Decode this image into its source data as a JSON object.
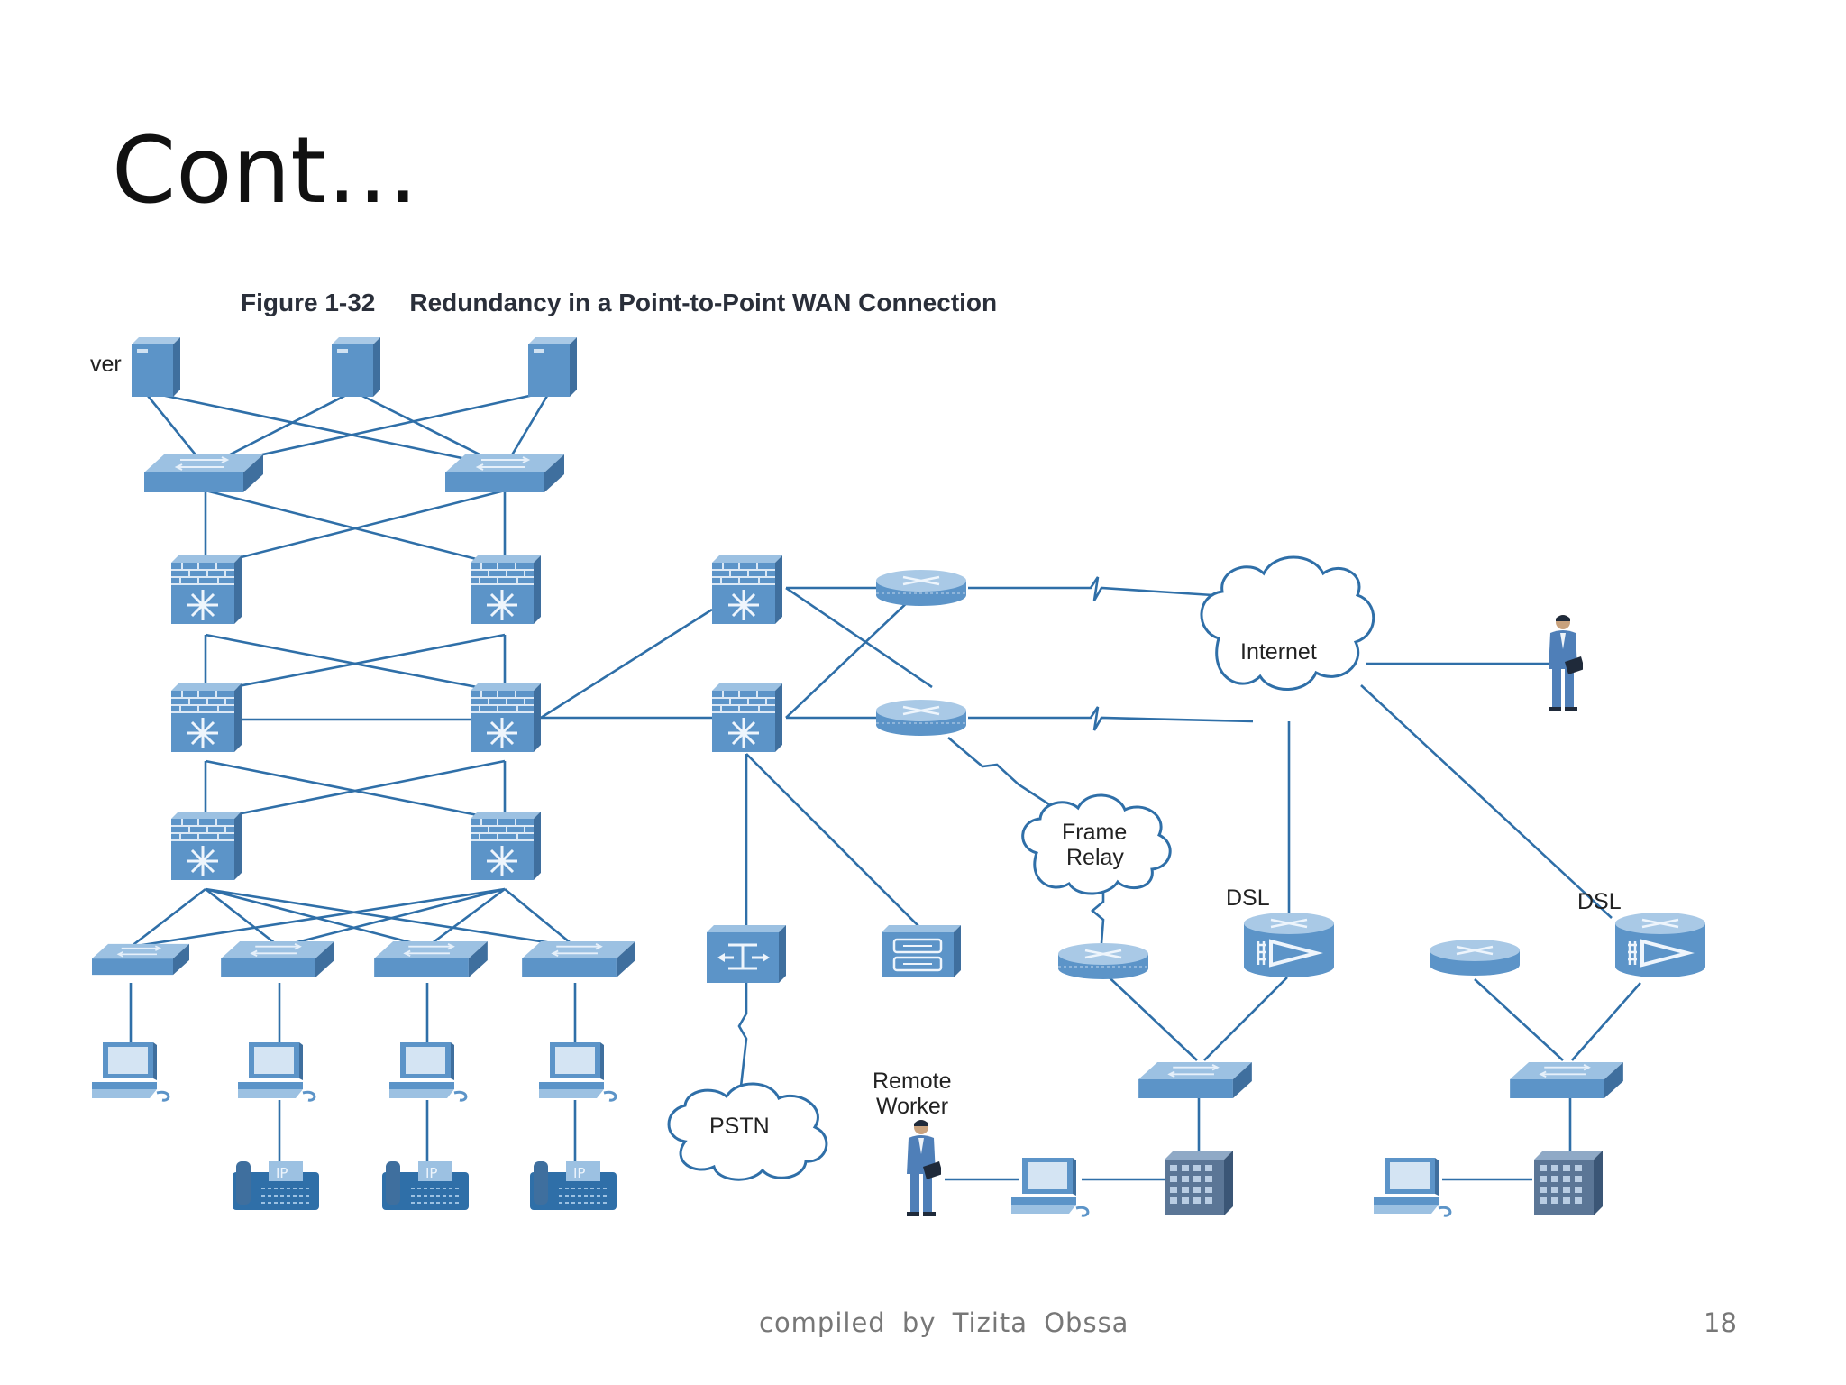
{
  "slide": {
    "title": "Cont…",
    "footer": "compiled by Tizita Obssa",
    "page_number": "18"
  },
  "figure": {
    "number": "Figure 1-32",
    "title": "Redundancy in a Point-to-Point WAN Connection",
    "labels": {
      "server_partial": "ver",
      "internet": "Internet",
      "frame_relay_line1": "Frame",
      "frame_relay_line2": "Relay",
      "dsl_left": "DSL",
      "dsl_right": "DSL",
      "pstn": "PSTN",
      "remote_worker_line1": "Remote",
      "remote_worker_line2": "Worker"
    },
    "icons": [
      "server-icon",
      "switch-icon",
      "multilayer-switch-icon",
      "router-icon",
      "cloud-icon",
      "pc-icon",
      "ip-phone-icon",
      "user-icon",
      "dsl-modem-icon",
      "access-server-icon",
      "firewall-appliance-icon",
      "building-icon"
    ],
    "colors": {
      "link": "#2f6fa8",
      "device": "#5c94c8",
      "device_light": "#9cc1e2",
      "device_dark": "#3f6f9e",
      "label": "#222222"
    }
  }
}
